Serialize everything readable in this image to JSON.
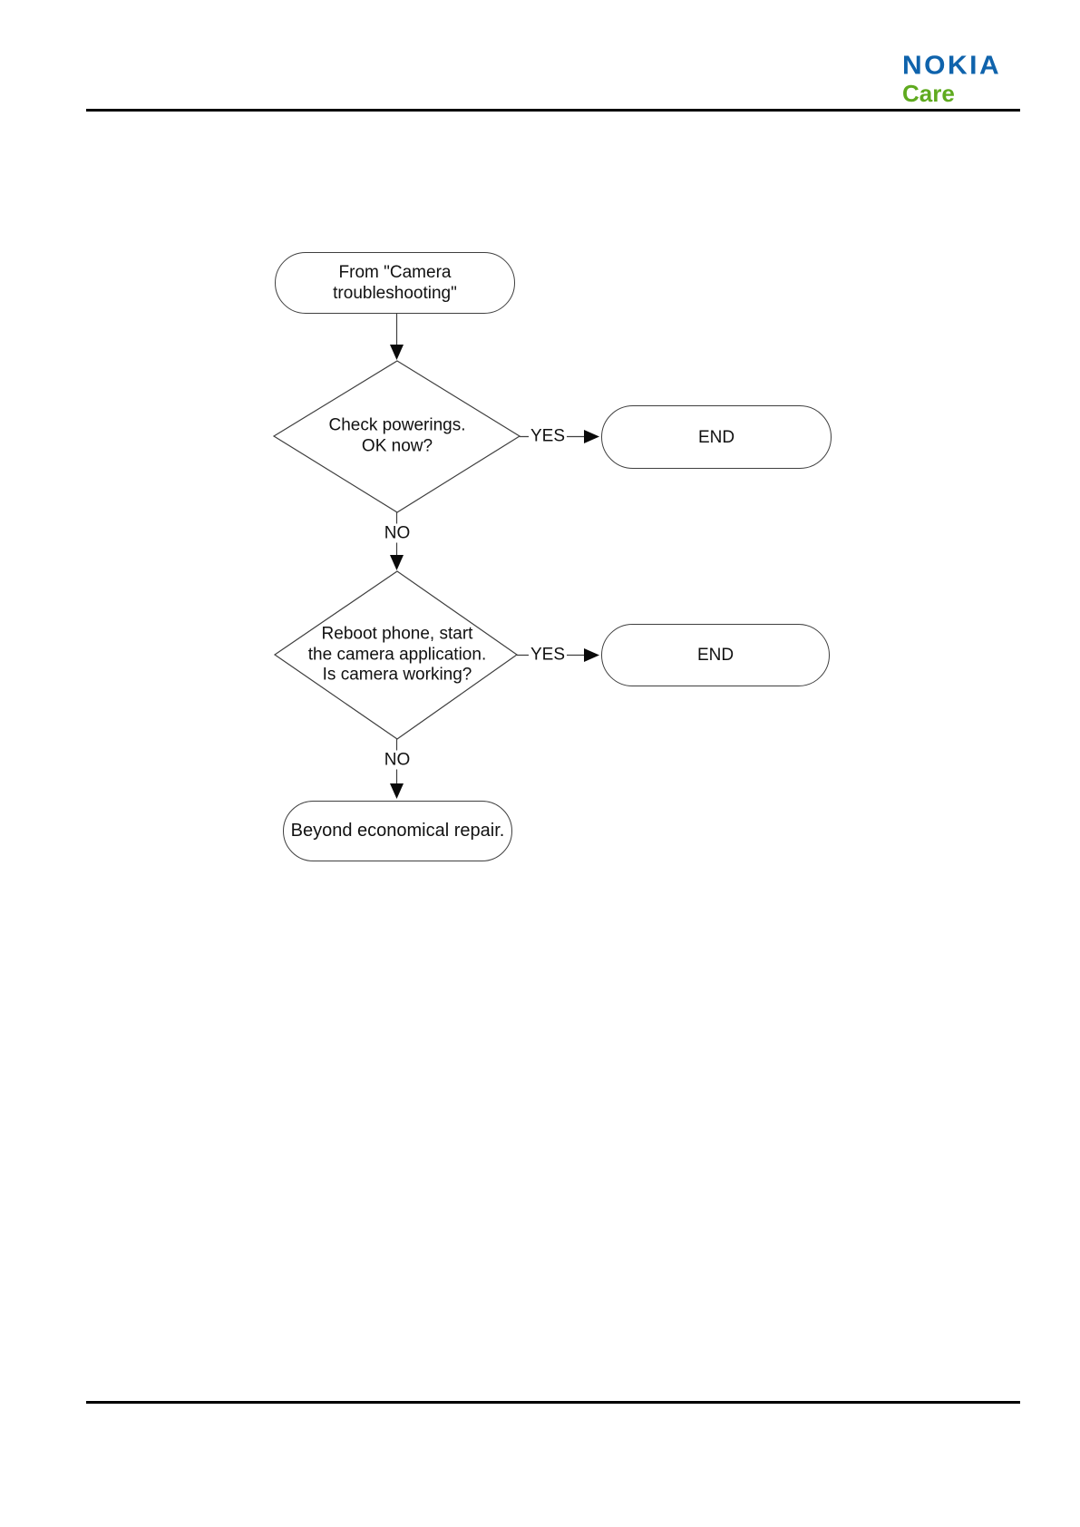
{
  "header": {
    "brand": "NOKIA",
    "sub_brand": "Care",
    "brand_color": "#0F63AC",
    "sub_brand_color": "#5FAA1F"
  },
  "flowchart": {
    "start": {
      "line1": "From \"Camera",
      "line2": "troubleshooting\""
    },
    "decision1": {
      "line1": "Check powerings.",
      "line2": "OK now?"
    },
    "end1": {
      "label": "END"
    },
    "decision2": {
      "line1": "Reboot phone, start",
      "line2": "the camera application.",
      "line3": "Is camera working?"
    },
    "end2": {
      "label": "END"
    },
    "final": {
      "label": "Beyond economical repair."
    },
    "edges": {
      "yes1": "YES",
      "no1": "NO",
      "yes2": "YES",
      "no2": "NO"
    }
  }
}
